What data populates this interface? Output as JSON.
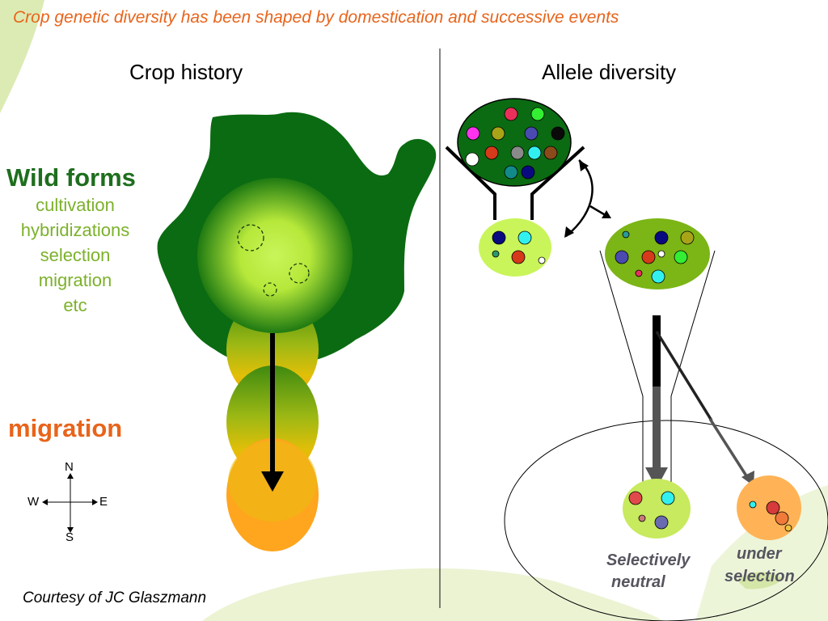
{
  "title": "Crop genetic diversity has been shaped by domestication and successive events",
  "headers": {
    "left": "Crop history",
    "right": "Allele diversity"
  },
  "wild_forms": "Wild forms",
  "processes": [
    "cultivation",
    "hybridizations",
    "selection",
    "migration",
    "etc"
  ],
  "migration": "migration",
  "compass": {
    "n": "N",
    "s": "S",
    "e": "E",
    "w": "W"
  },
  "labels": {
    "neutral": [
      "Selectively",
      "neutral"
    ],
    "selection": [
      "under",
      "selection"
    ]
  },
  "credit": "Courtesy of JC Glaszmann",
  "colors": {
    "title": "#e8641b",
    "dark_green": "#0b6b12",
    "light_green": "#c9f55a",
    "mid_green": "#7cb516",
    "orange": "#ffa51e",
    "label_gray": "#55555f"
  },
  "allele_pools": {
    "wild": [
      "#e8305a",
      "#33ee33",
      "#ff33ee",
      "#a8a418",
      "#4a4ab0",
      "#0a0a0a",
      "#ffffff",
      "#d63a1a",
      "#8a8a8a",
      "#33f0f0",
      "#8a4a1a",
      "#128a8a",
      "#0a0a80"
    ],
    "domesticated": [
      "#0a0a80",
      "#33f0f0",
      "#2a9a6a",
      "#d63a1a",
      "#ffffff"
    ],
    "derived": [
      "#2a9a9a",
      "#0a0a80",
      "#a8a418",
      "#4a4ab0",
      "#d63a1a",
      "#ffffff",
      "#33ee33",
      "#e8305a",
      "#33f0f0"
    ],
    "neutral": [
      "#e04a4a",
      "#33f0f0",
      "#c87a7a",
      "#6a6ab0"
    ],
    "selected": [
      "#33f0f0",
      "#d63a3a",
      "#f07a3a",
      "#f0c040"
    ]
  }
}
